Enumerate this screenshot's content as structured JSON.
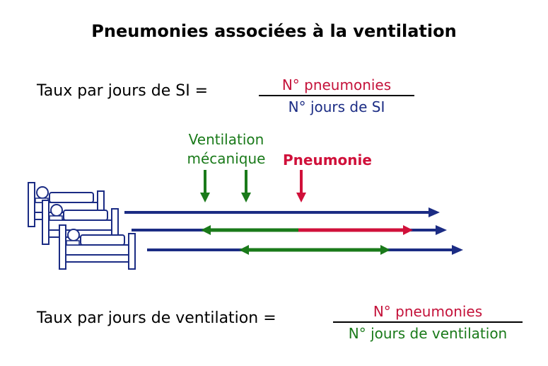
{
  "title": "Pneumonies associées à la ventilation",
  "formula_si": {
    "lhs": "Taux par jours de SI =",
    "numerator": "N° pneumonies",
    "denominator": "N° jours de SI"
  },
  "formula_ventilation": {
    "lhs": "Taux par jours de ventilation =",
    "numerator": "N° pneumonies",
    "denominator": "N° jours de ventilation"
  },
  "labels": {
    "ventilation": "Ventilation mécanique",
    "pneumonie": "Pneumonie"
  },
  "colors": {
    "blue": "#1b2c84",
    "green": "#1a7a1a",
    "red": "#d0103a",
    "bed": "#1b2c84"
  },
  "icons": [
    "hospital-bed-icon",
    "hospital-bed-icon",
    "hospital-bed-icon"
  ]
}
